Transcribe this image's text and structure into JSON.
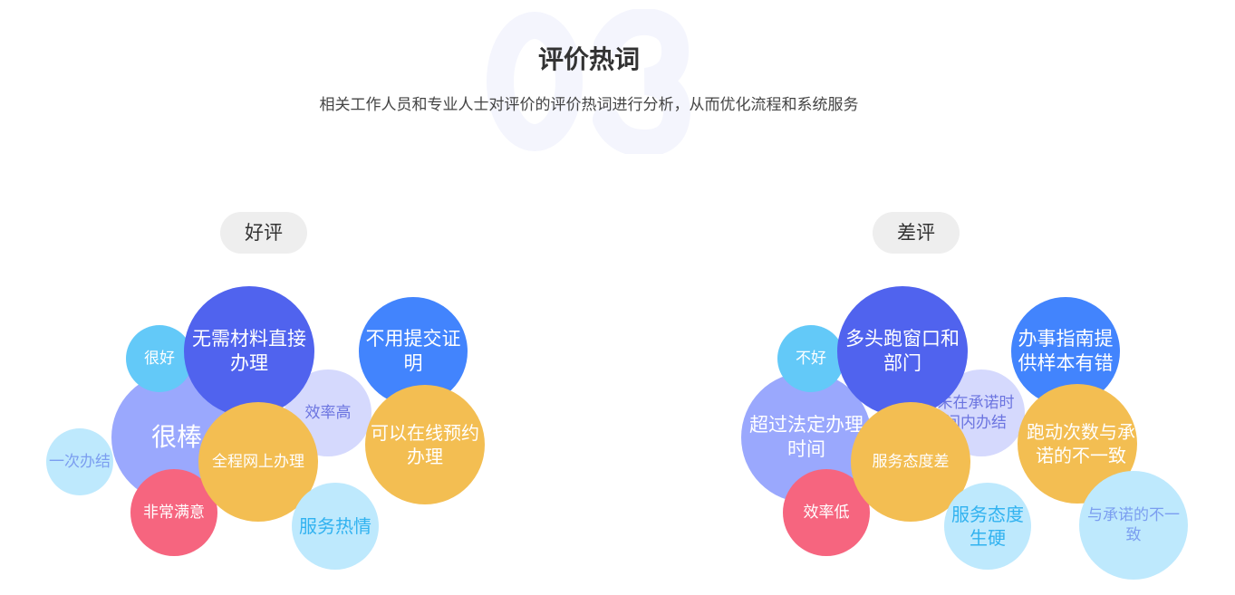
{
  "header": {
    "watermark": "03",
    "title": "评价热词",
    "subtitle": "相关工作人员和专业人士对评价的评价热词进行分析，从而优化流程和系统服务"
  },
  "chart_data": [
    {
      "type": "bubble",
      "title": "好评",
      "bubbles": [
        {
          "label": "效率高",
          "color": "#d5d9fd",
          "text_color": "#6b74e0"
        },
        {
          "label": "很棒",
          "color": "#9aa8fd",
          "text_color": "#ffffff"
        },
        {
          "label": "很好",
          "color": "#63c9f8",
          "text_color": "#ffffff"
        },
        {
          "label": "无需材料直接办理",
          "color": "#5063ee",
          "text_color": "#ffffff"
        },
        {
          "label": "不用提交证明",
          "color": "#4284fd",
          "text_color": "#ffffff"
        },
        {
          "label": "可以在线预约办理",
          "color": "#f3be52",
          "text_color": "#ffffff"
        },
        {
          "label": "一次办结",
          "color": "#bee9fd",
          "text_color": "#7b9ef0"
        },
        {
          "label": "非常满意",
          "color": "#f6657f",
          "text_color": "#ffffff"
        },
        {
          "label": "全程网上办理",
          "color": "#f3be52",
          "text_color": "#ffffff"
        },
        {
          "label": "服务热情",
          "color": "#bee9fd",
          "text_color": "#31b2f0"
        }
      ]
    },
    {
      "type": "bubble",
      "title": "差评",
      "bubbles": [
        {
          "label": "未在承诺时间内办结",
          "color": "#d5d9fd",
          "text_color": "#6b74e0"
        },
        {
          "label": "超过法定办理时间",
          "color": "#9aa8fd",
          "text_color": "#ffffff"
        },
        {
          "label": "不好",
          "color": "#63c9f8",
          "text_color": "#ffffff"
        },
        {
          "label": "多头跑窗口和部门",
          "color": "#5063ee",
          "text_color": "#ffffff"
        },
        {
          "label": "办事指南提供样本有错",
          "color": "#4284fd",
          "text_color": "#ffffff"
        },
        {
          "label": "跑动次数与承诺的不一致",
          "color": "#f3be52",
          "text_color": "#ffffff"
        },
        {
          "label": "与承诺的不一致",
          "color": "#bee9fd",
          "text_color": "#7b9ef0"
        },
        {
          "label": "效率低",
          "color": "#f6657f",
          "text_color": "#ffffff"
        },
        {
          "label": "服务态度差",
          "color": "#f3be52",
          "text_color": "#ffffff"
        },
        {
          "label": "服务态度生硬",
          "color": "#bee9fd",
          "text_color": "#31b2f0"
        }
      ]
    }
  ]
}
